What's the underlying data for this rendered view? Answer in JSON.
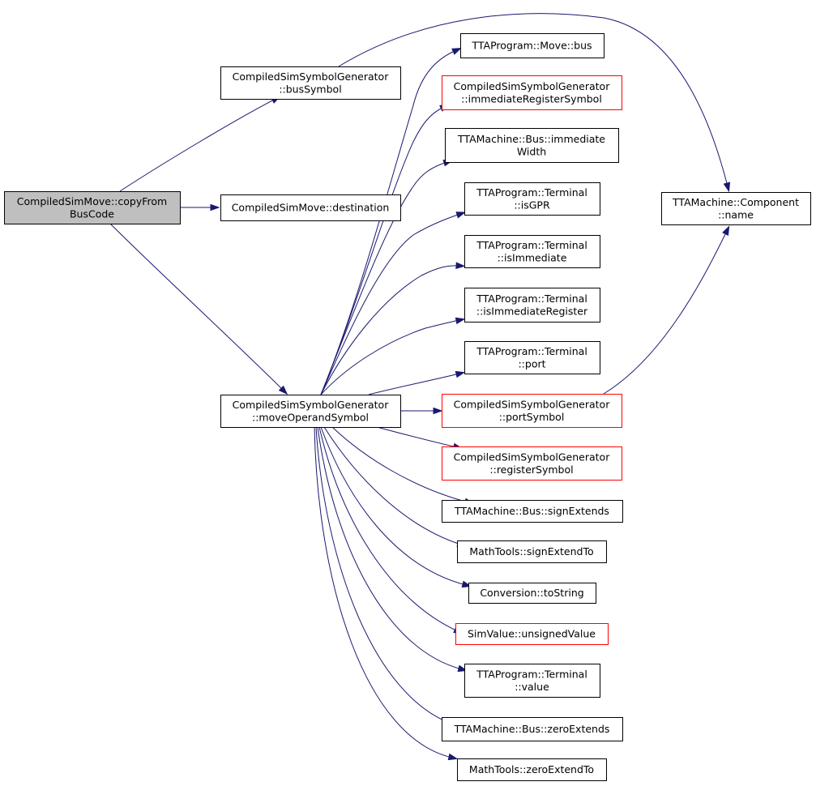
{
  "colors": {
    "edge": "#191970",
    "root_fill": "#bfbfbf",
    "node_fill": "#ffffff",
    "node_border": "#000000",
    "truncated_border": "#ff0000"
  },
  "nodes": [
    {
      "id": "root",
      "lines": [
        "CompiledSimMove::copyFrom",
        "BusCode"
      ],
      "style": "root"
    },
    {
      "id": "busSymbol",
      "lines": [
        "CompiledSimSymbolGenerator",
        "::busSymbol"
      ],
      "style": "normal"
    },
    {
      "id": "destination",
      "lines": [
        "CompiledSimMove::destination"
      ],
      "style": "normal"
    },
    {
      "id": "moveOperandSymbol",
      "lines": [
        "CompiledSimSymbolGenerator",
        "::moveOperandSymbol"
      ],
      "style": "normal"
    },
    {
      "id": "moveBus",
      "lines": [
        "TTAProgram::Move::bus"
      ],
      "style": "normal"
    },
    {
      "id": "immRegSymbol",
      "lines": [
        "CompiledSimSymbolGenerator",
        "::immediateRegisterSymbol"
      ],
      "style": "truncated"
    },
    {
      "id": "immWidth",
      "lines": [
        "TTAMachine::Bus::immediate",
        "Width"
      ],
      "style": "normal"
    },
    {
      "id": "isGPR",
      "lines": [
        "TTAProgram::Terminal",
        "::isGPR"
      ],
      "style": "normal"
    },
    {
      "id": "isImmediate",
      "lines": [
        "TTAProgram::Terminal",
        "::isImmediate"
      ],
      "style": "normal"
    },
    {
      "id": "isImmReg",
      "lines": [
        "TTAProgram::Terminal",
        "::isImmediateRegister"
      ],
      "style": "normal"
    },
    {
      "id": "port",
      "lines": [
        "TTAProgram::Terminal",
        "::port"
      ],
      "style": "normal"
    },
    {
      "id": "portSymbol",
      "lines": [
        "CompiledSimSymbolGenerator",
        "::portSymbol"
      ],
      "style": "truncated"
    },
    {
      "id": "registerSymbol",
      "lines": [
        "CompiledSimSymbolGenerator",
        "::registerSymbol"
      ],
      "style": "truncated"
    },
    {
      "id": "signExtends",
      "lines": [
        "TTAMachine::Bus::signExtends"
      ],
      "style": "normal"
    },
    {
      "id": "signExtendTo",
      "lines": [
        "MathTools::signExtendTo"
      ],
      "style": "normal"
    },
    {
      "id": "toString",
      "lines": [
        "Conversion::toString"
      ],
      "style": "normal"
    },
    {
      "id": "unsignedValue",
      "lines": [
        "SimValue::unsignedValue"
      ],
      "style": "truncated"
    },
    {
      "id": "value",
      "lines": [
        "TTAProgram::Terminal",
        "::value"
      ],
      "style": "normal"
    },
    {
      "id": "zeroExtends",
      "lines": [
        "TTAMachine::Bus::zeroExtends"
      ],
      "style": "normal"
    },
    {
      "id": "zeroExtendTo",
      "lines": [
        "MathTools::zeroExtendTo"
      ],
      "style": "normal"
    },
    {
      "id": "componentName",
      "lines": [
        "TTAMachine::Component",
        "::name"
      ],
      "style": "normal"
    }
  ],
  "edges": [
    {
      "from": "root",
      "to": "busSymbol"
    },
    {
      "from": "root",
      "to": "destination"
    },
    {
      "from": "root",
      "to": "moveOperandSymbol"
    },
    {
      "from": "busSymbol",
      "to": "componentName"
    },
    {
      "from": "moveOperandSymbol",
      "to": "moveBus"
    },
    {
      "from": "moveOperandSymbol",
      "to": "immRegSymbol"
    },
    {
      "from": "moveOperandSymbol",
      "to": "immWidth"
    },
    {
      "from": "moveOperandSymbol",
      "to": "isGPR"
    },
    {
      "from": "moveOperandSymbol",
      "to": "isImmediate"
    },
    {
      "from": "moveOperandSymbol",
      "to": "isImmReg"
    },
    {
      "from": "moveOperandSymbol",
      "to": "port"
    },
    {
      "from": "moveOperandSymbol",
      "to": "portSymbol"
    },
    {
      "from": "moveOperandSymbol",
      "to": "registerSymbol"
    },
    {
      "from": "moveOperandSymbol",
      "to": "signExtends"
    },
    {
      "from": "moveOperandSymbol",
      "to": "signExtendTo"
    },
    {
      "from": "moveOperandSymbol",
      "to": "toString"
    },
    {
      "from": "moveOperandSymbol",
      "to": "unsignedValue"
    },
    {
      "from": "moveOperandSymbol",
      "to": "value"
    },
    {
      "from": "moveOperandSymbol",
      "to": "zeroExtends"
    },
    {
      "from": "moveOperandSymbol",
      "to": "zeroExtendTo"
    },
    {
      "from": "portSymbol",
      "to": "componentName"
    }
  ]
}
